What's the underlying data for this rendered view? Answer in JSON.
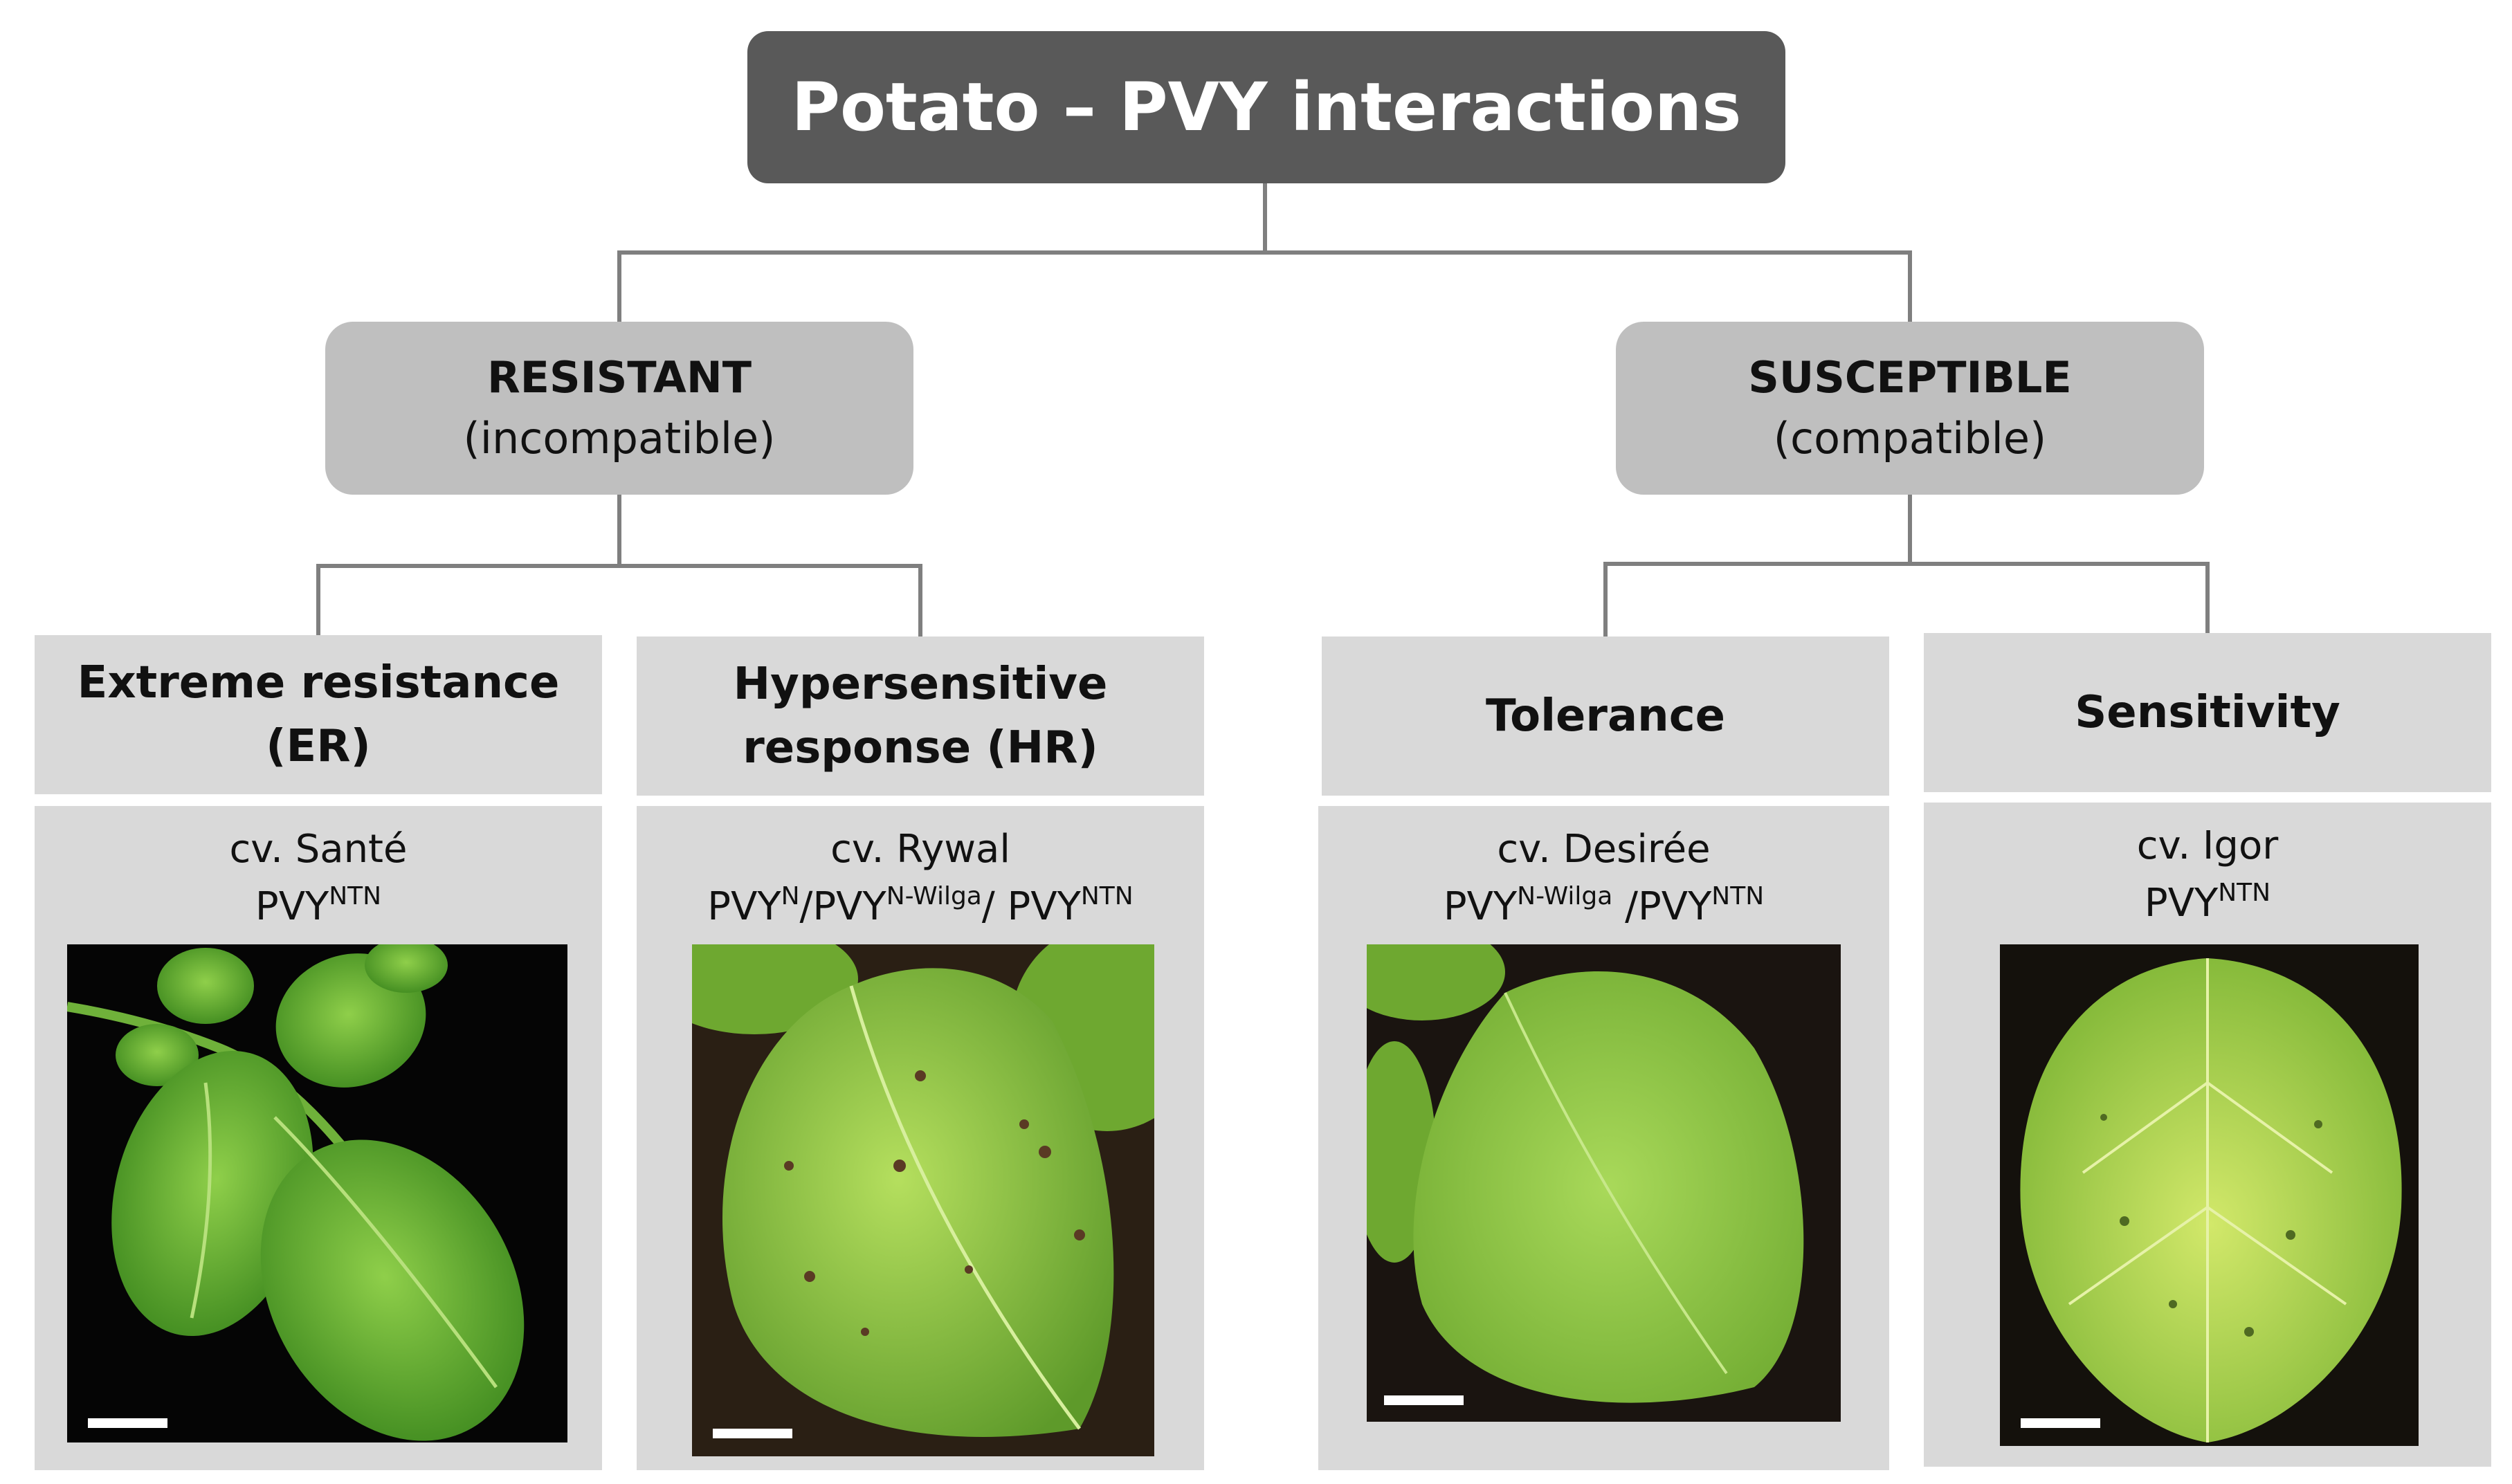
{
  "root": {
    "title": "Potato – PVY interactions"
  },
  "categories": [
    {
      "title": "RESISTANT",
      "subtitle": "(incompatible)"
    },
    {
      "title": "SUSCEPTIBLE",
      "subtitle": "(compatible)"
    }
  ],
  "responses": [
    {
      "line1": "Extreme resistance",
      "line2": "(ER)",
      "cultivar": "cv. Santé",
      "virus": [
        {
          "base": "PVY",
          "sup": "NTN"
        }
      ]
    },
    {
      "line1": "Hypersensitive",
      "line2": "response (HR)",
      "cultivar": "cv. Rywal",
      "virus": [
        {
          "base": "PVY",
          "sup": "N"
        },
        {
          "base": "/PVY",
          "sup": "N-Wilga"
        },
        {
          "base": "/ PVY",
          "sup": "NTN"
        }
      ]
    },
    {
      "line1": "Tolerance",
      "line2": "",
      "cultivar": "cv. Desirée",
      "virus": [
        {
          "base": "PVY",
          "sup": "N-Wilga"
        },
        {
          "base": " /PVY",
          "sup": "NTN"
        }
      ]
    },
    {
      "line1": "Sensitivity",
      "line2": "",
      "cultivar": "cv. Igor",
      "virus": [
        {
          "base": "PVY",
          "sup": "NTN"
        }
      ]
    }
  ],
  "colors": {
    "root_fill": "#595959",
    "category_fill": "#bfbfbf",
    "panel_fill": "#d9d9d9",
    "connector": "#7f7f7f"
  }
}
